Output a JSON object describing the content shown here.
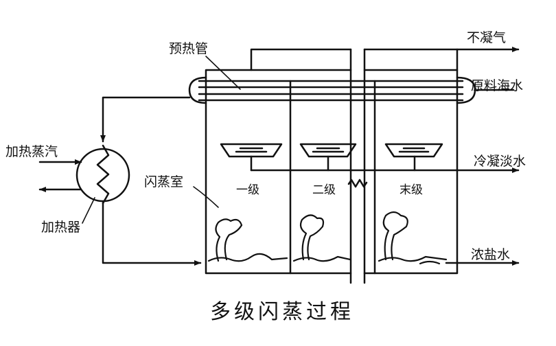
{
  "labels": {
    "noncondensable_gas": "不凝气",
    "preheat_tube": "预热管",
    "raw_seawater": "原料海水",
    "heating_steam": "加热蒸汽",
    "flash_chamber": "闪蒸室",
    "condensed_fresh_water": "冷凝淡水",
    "heater": "加热器",
    "brine": "浓盐水"
  },
  "stages": [
    "一级",
    "二级",
    "末级"
  ],
  "caption": "多级闪蒸过程"
}
